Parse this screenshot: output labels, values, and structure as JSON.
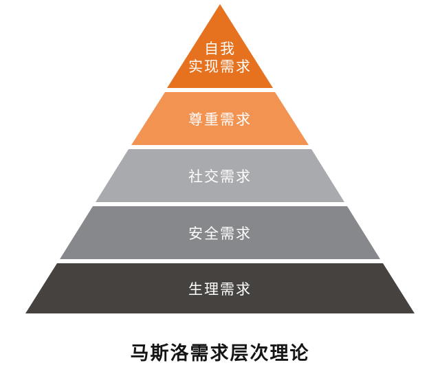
{
  "diagram": {
    "title": "马斯洛需求层次理论",
    "text_color": "#ffffff",
    "levels": [
      {
        "label": "自我实现需求",
        "line1": "自我",
        "line2": "实现需求",
        "color": "#e6721f"
      },
      {
        "label": "尊重需求",
        "color": "#f29351"
      },
      {
        "label": "社交需求",
        "color": "#a9aaad"
      },
      {
        "label": "安全需求",
        "color": "#87888b"
      },
      {
        "label": "生理需求",
        "color": "#454240"
      }
    ]
  }
}
